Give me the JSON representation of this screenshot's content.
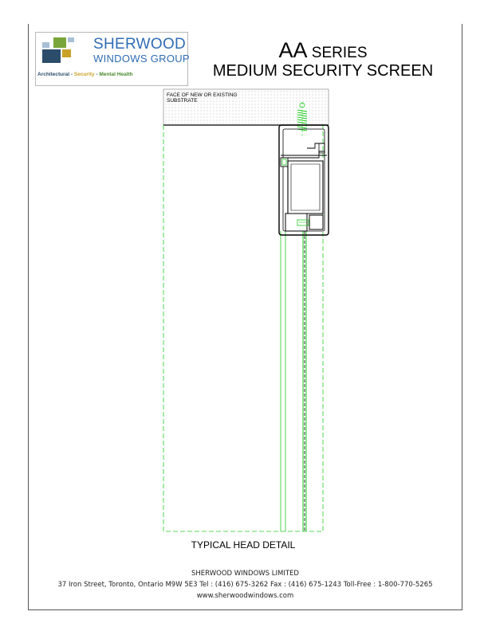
{
  "logo": {
    "name": "SHERWOOD",
    "sub": "WINDOWS GROUP",
    "tagline": {
      "part1": "Architectural",
      "sep1": " - ",
      "part2": "Security",
      "sep2": " - ",
      "part3": "Mental Health"
    },
    "colors": {
      "navy": "#2b4d6b",
      "green": "#7aa53a",
      "gold": "#c9a227",
      "light_blue": "#a9bfd6",
      "text_blue": "#2f6db4"
    }
  },
  "title": {
    "series_big": "AA",
    "series_small": " SERIES",
    "subtitle": "MEDIUM SECURITY SCREEN"
  },
  "drawing": {
    "substrate_label_1": "FACE OF NEW OR EXISTING",
    "substrate_label_2": "SUBSTRATE",
    "line_color": "#22cc22",
    "profile_color": "#000000"
  },
  "detail_title": "TYPICAL HEAD DETAIL",
  "footer": {
    "company": "SHERWOOD WINDOWS LIMITED",
    "address": "37 Iron Street,   Toronto,   Ontario   M9W 5E3     Tel :  (416) 675-3262    Fax :  (416) 675-1243    Toll-Free :  1-800-770-5265",
    "website": "www.sherwoodwindows.com"
  }
}
